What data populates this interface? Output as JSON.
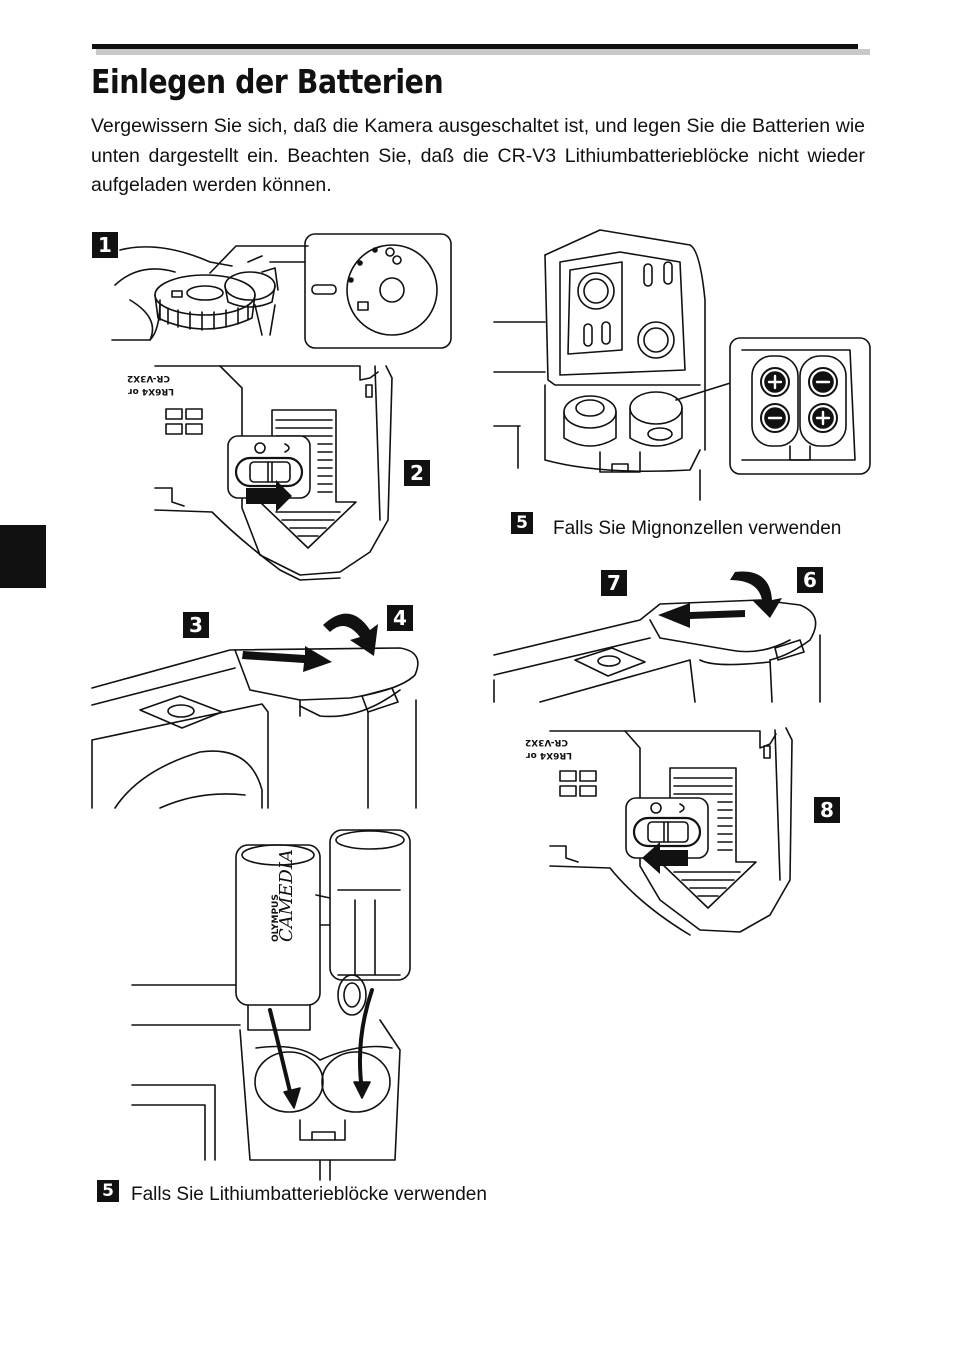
{
  "page": {
    "title": "Einlegen der Batterien",
    "intro": "Vergewissern Sie sich, daß die Kamera ausgeschaltet ist, und legen Sie die Batterien wie unten dargestellt ein. Beachten Sie, daß die CR-V3 Lithiumbatterieblöcke nicht wieder aufgeladen werden können."
  },
  "steps": {
    "s1": "1",
    "s2": "2",
    "s3": "3",
    "s4": "4",
    "s5a": "5",
    "s5b": "5",
    "s6": "6",
    "s7": "7",
    "s8": "8"
  },
  "captions": {
    "mignon": "Falls Sie Mignonzellen verwenden",
    "lithium": "Falls Sie Lithiumbatterieblöcke verwenden"
  },
  "labels": {
    "cover_line1": "CR-V3X2",
    "cover_line2": "LR6X4 or",
    "battery_brand": "OLYMPUS",
    "battery_logo": "CAMEDIA"
  },
  "colors": {
    "ink": "#111111",
    "shadow": "#c8c8c8"
  }
}
